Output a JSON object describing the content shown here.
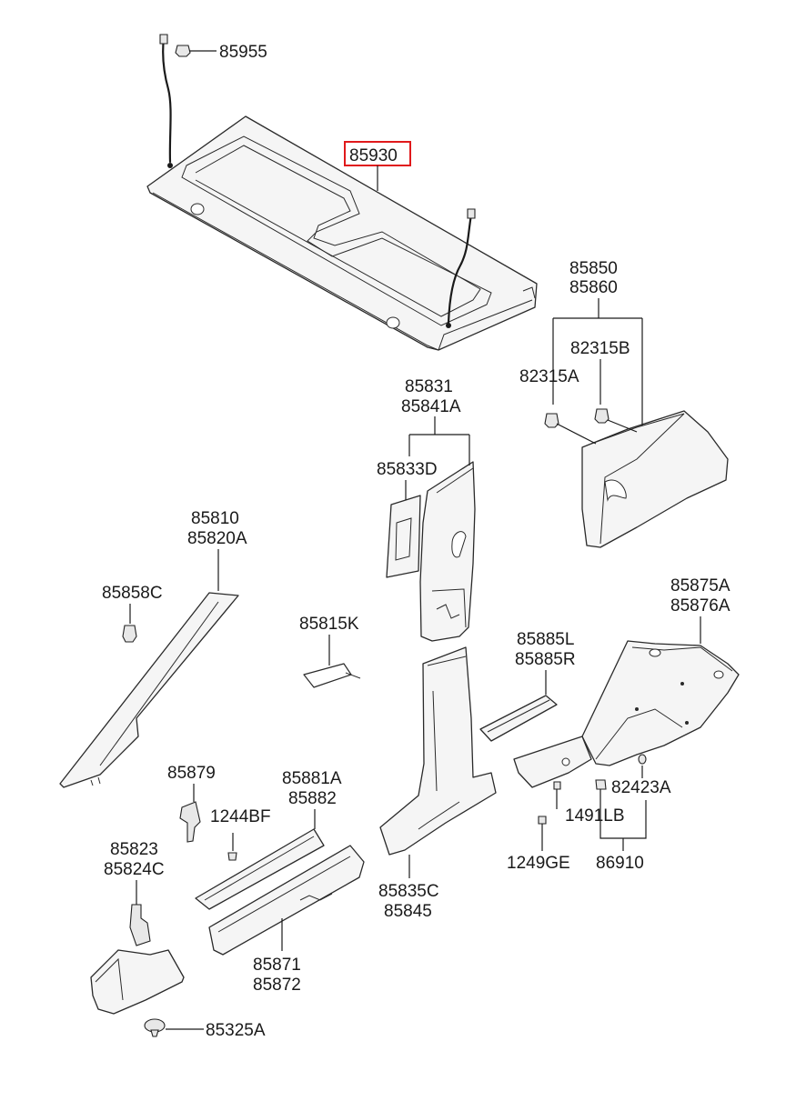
{
  "diagram": {
    "highlighted_part": "85930",
    "highlight_color": "#e0191b",
    "labels": {
      "p85955": "85955",
      "p85930": "85930",
      "p85850": "85850",
      "p85860": "85860",
      "p82315b": "82315B",
      "p82315a": "82315A",
      "p85831": "85831",
      "p85841a": "85841A",
      "p85833d": "85833D",
      "p85810": "85810",
      "p85820a": "85820A",
      "p85858c": "85858C",
      "p85815k": "85815K",
      "p85875a": "85875A",
      "p85876a": "85876A",
      "p85885l": "85885L",
      "p85885r": "85885R",
      "p85879": "85879",
      "p1244bf": "1244BF",
      "p85881a": "85881A",
      "p85882": "85882",
      "p82423a": "82423A",
      "p1491lb": "1491LB",
      "p85823": "85823",
      "p85824c": "85824C",
      "p85835c": "85835C",
      "p85845": "85845",
      "p1249ge": "1249GE",
      "p86910": "86910",
      "p85871": "85871",
      "p85872": "85872",
      "p85325a": "85325A"
    }
  }
}
